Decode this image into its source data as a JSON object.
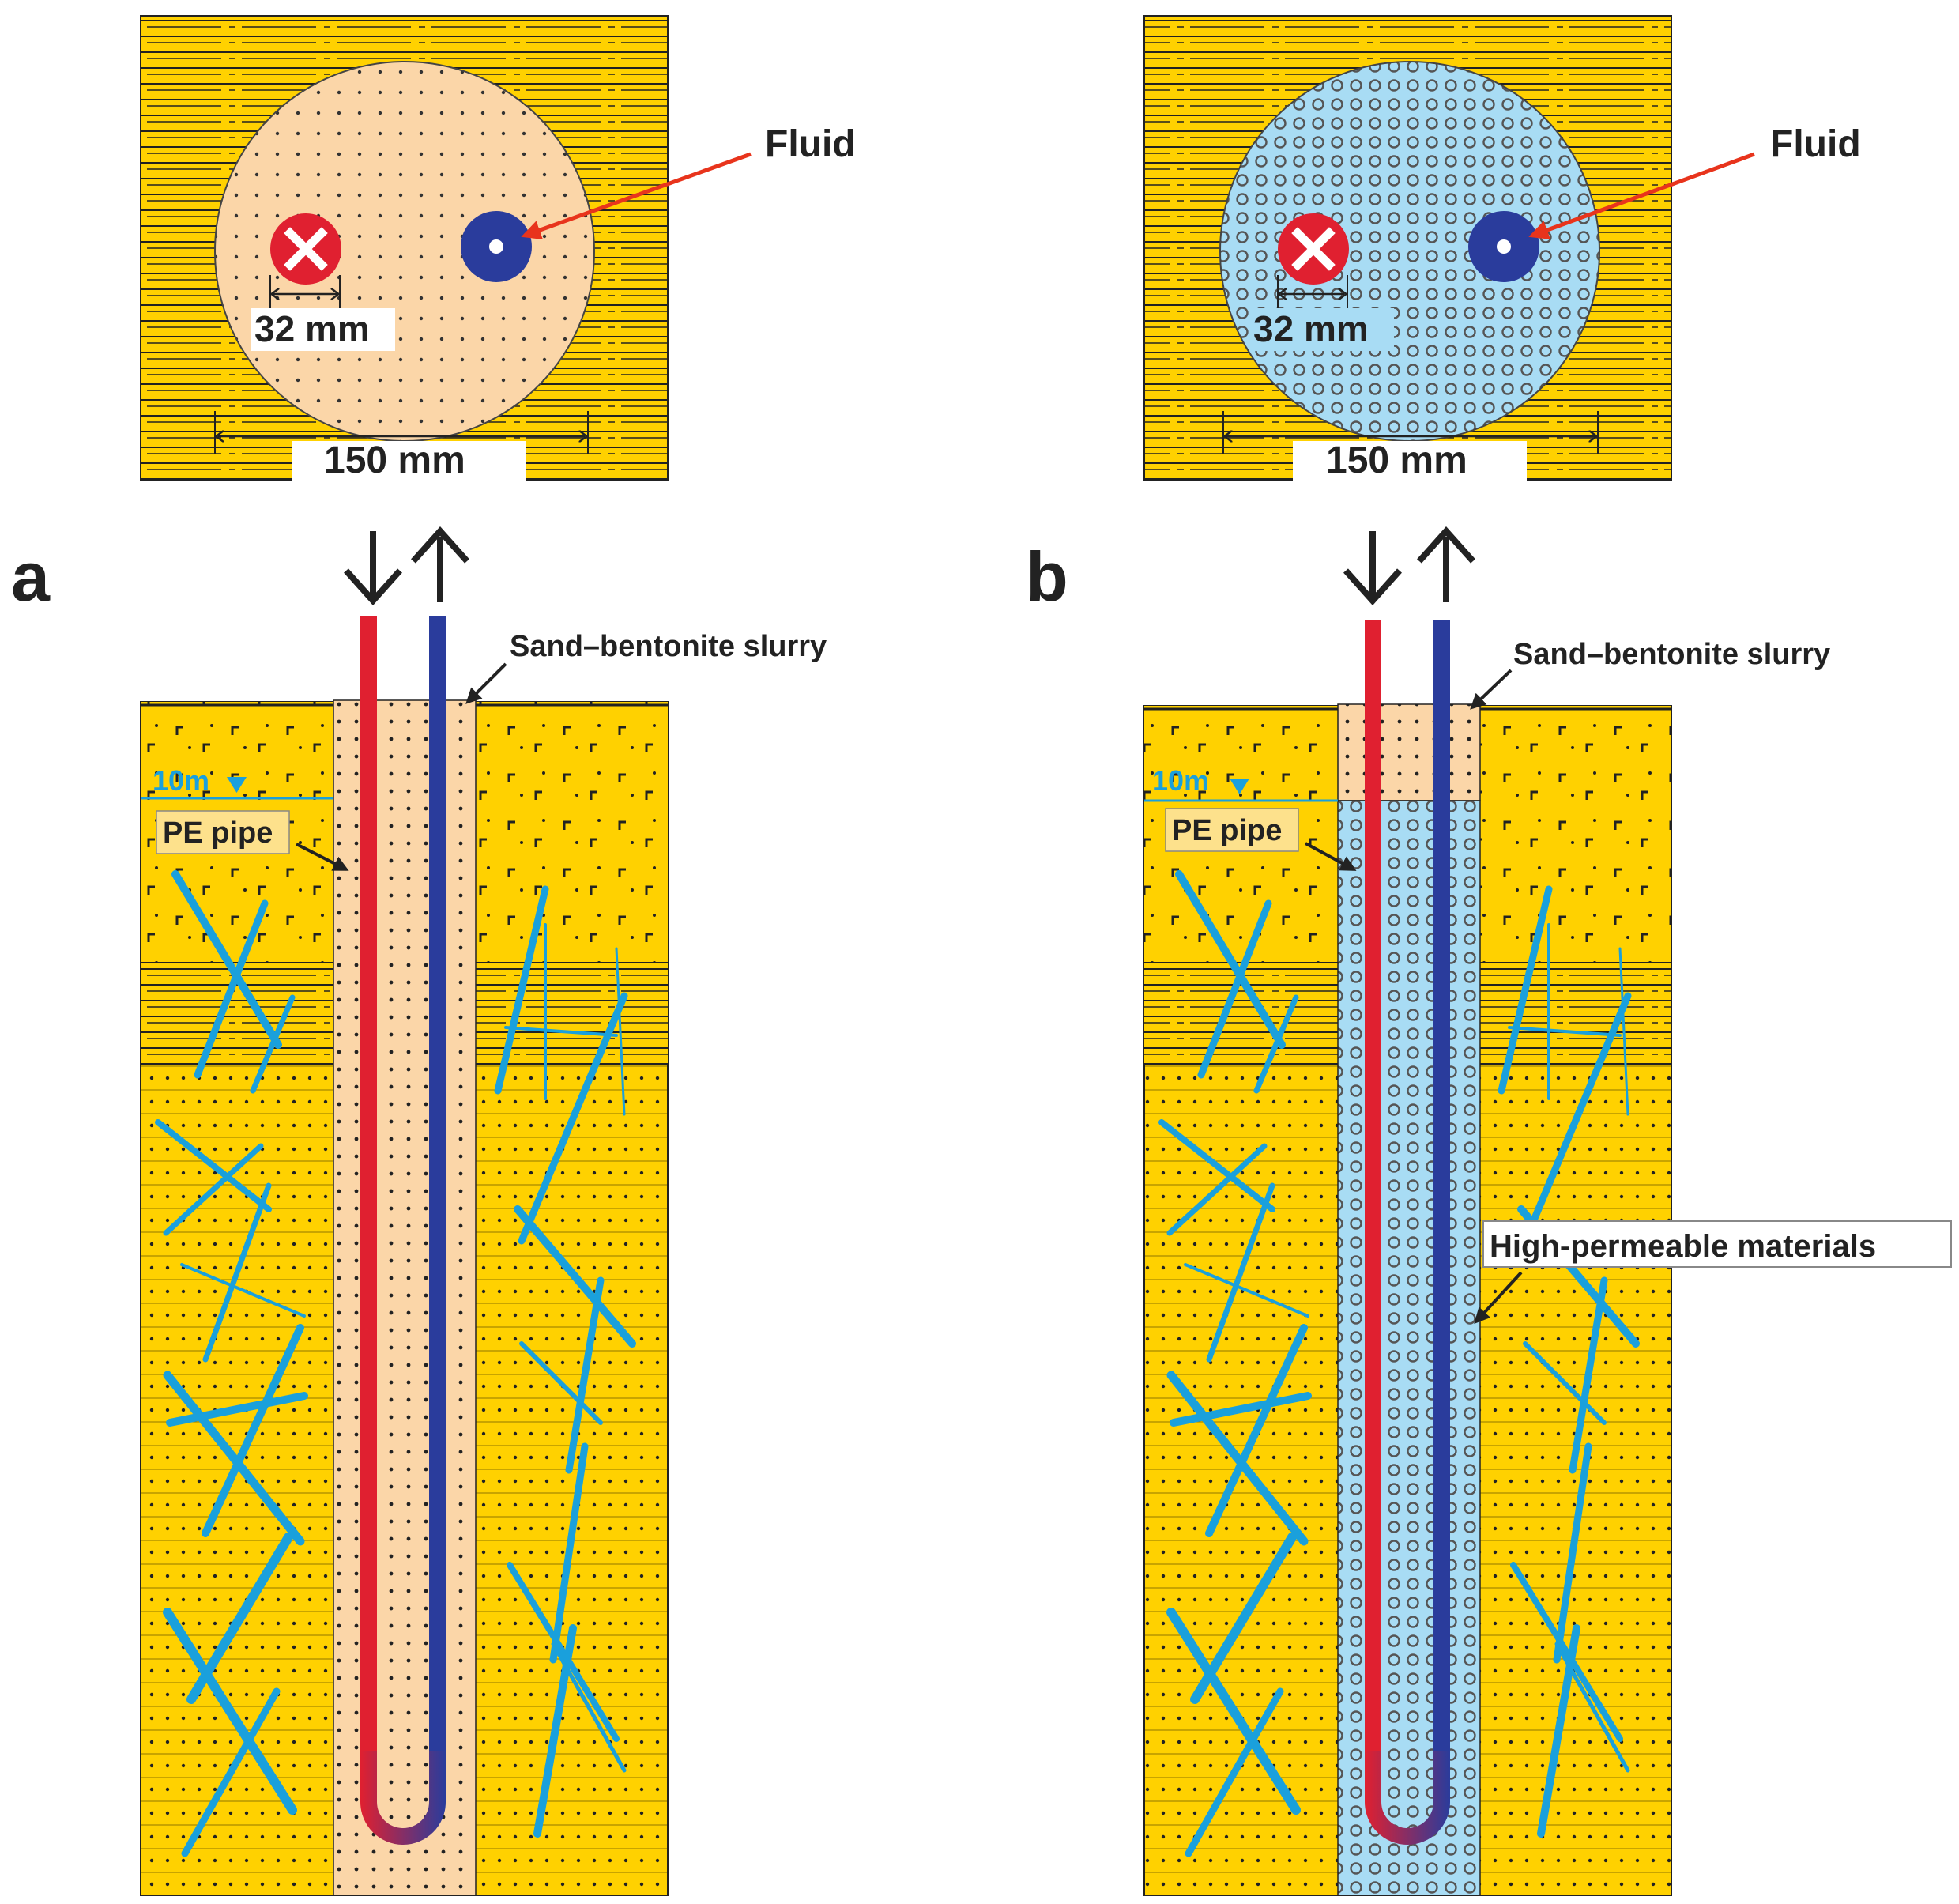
{
  "colors": {
    "rock": "#FFD100",
    "slurry": "#FBD6A8",
    "high_perm": "#A8DCF4",
    "red_pipe": "#E02030",
    "blue_pipe": "#2A3C9C",
    "fracture": "#1AA0DC",
    "water_line": "#1AA0DC",
    "arrow_red": "#E8341C",
    "dark": "#222222"
  },
  "panels": [
    {
      "id": "a",
      "panel_letter": "a",
      "fluid_label": "Fluid",
      "pipe_dim_label": "32 mm",
      "bore_dim_label": "150 mm",
      "slurry_label": "Sand–bentonite slurry",
      "water_level_label": "10m",
      "pe_pipe_label": "PE pipe",
      "high_perm_label": ""
    },
    {
      "id": "b",
      "panel_letter": "b",
      "fluid_label": "Fluid",
      "pipe_dim_label": "32 mm",
      "bore_dim_label": "150 mm",
      "slurry_label": "Sand–bentonite slurry",
      "water_level_label": "10m",
      "pe_pipe_label": "PE pipe",
      "high_perm_label": "High-permeable materials"
    }
  ],
  "icons": [
    "flow-in-arrow-icon",
    "flow-out-arrow-icon",
    "inlet-cross-icon",
    "outlet-dot-icon",
    "water-table-triangle-icon"
  ]
}
